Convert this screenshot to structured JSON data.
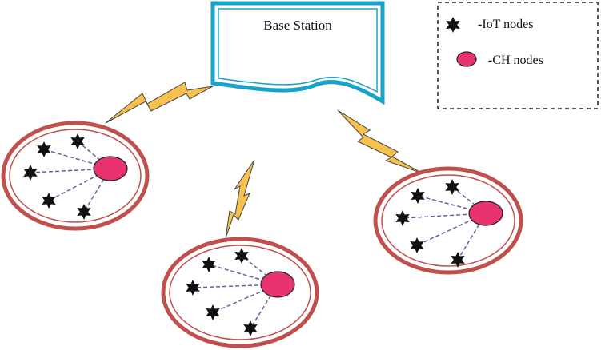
{
  "base_station": {
    "label": "Base Station"
  },
  "legend": {
    "iot_label": "-IoT nodes",
    "ch_label": "-CH nodes"
  },
  "clusters_count": 3,
  "colors": {
    "frame": "#1aa3c8",
    "cluster_ring": "#c0504d",
    "ch_fill": "#e8336f",
    "ch_stroke": "#222222",
    "iot_fill": "#111111",
    "link": "#6a5fa0",
    "bolt_fill": "#f7c150",
    "bolt_stroke": "#444444",
    "legend_border": "#222222"
  },
  "icons": {
    "iot": "star-icon",
    "ch": "ellipse-icon",
    "wireless": "lightning-bolt-icon"
  }
}
